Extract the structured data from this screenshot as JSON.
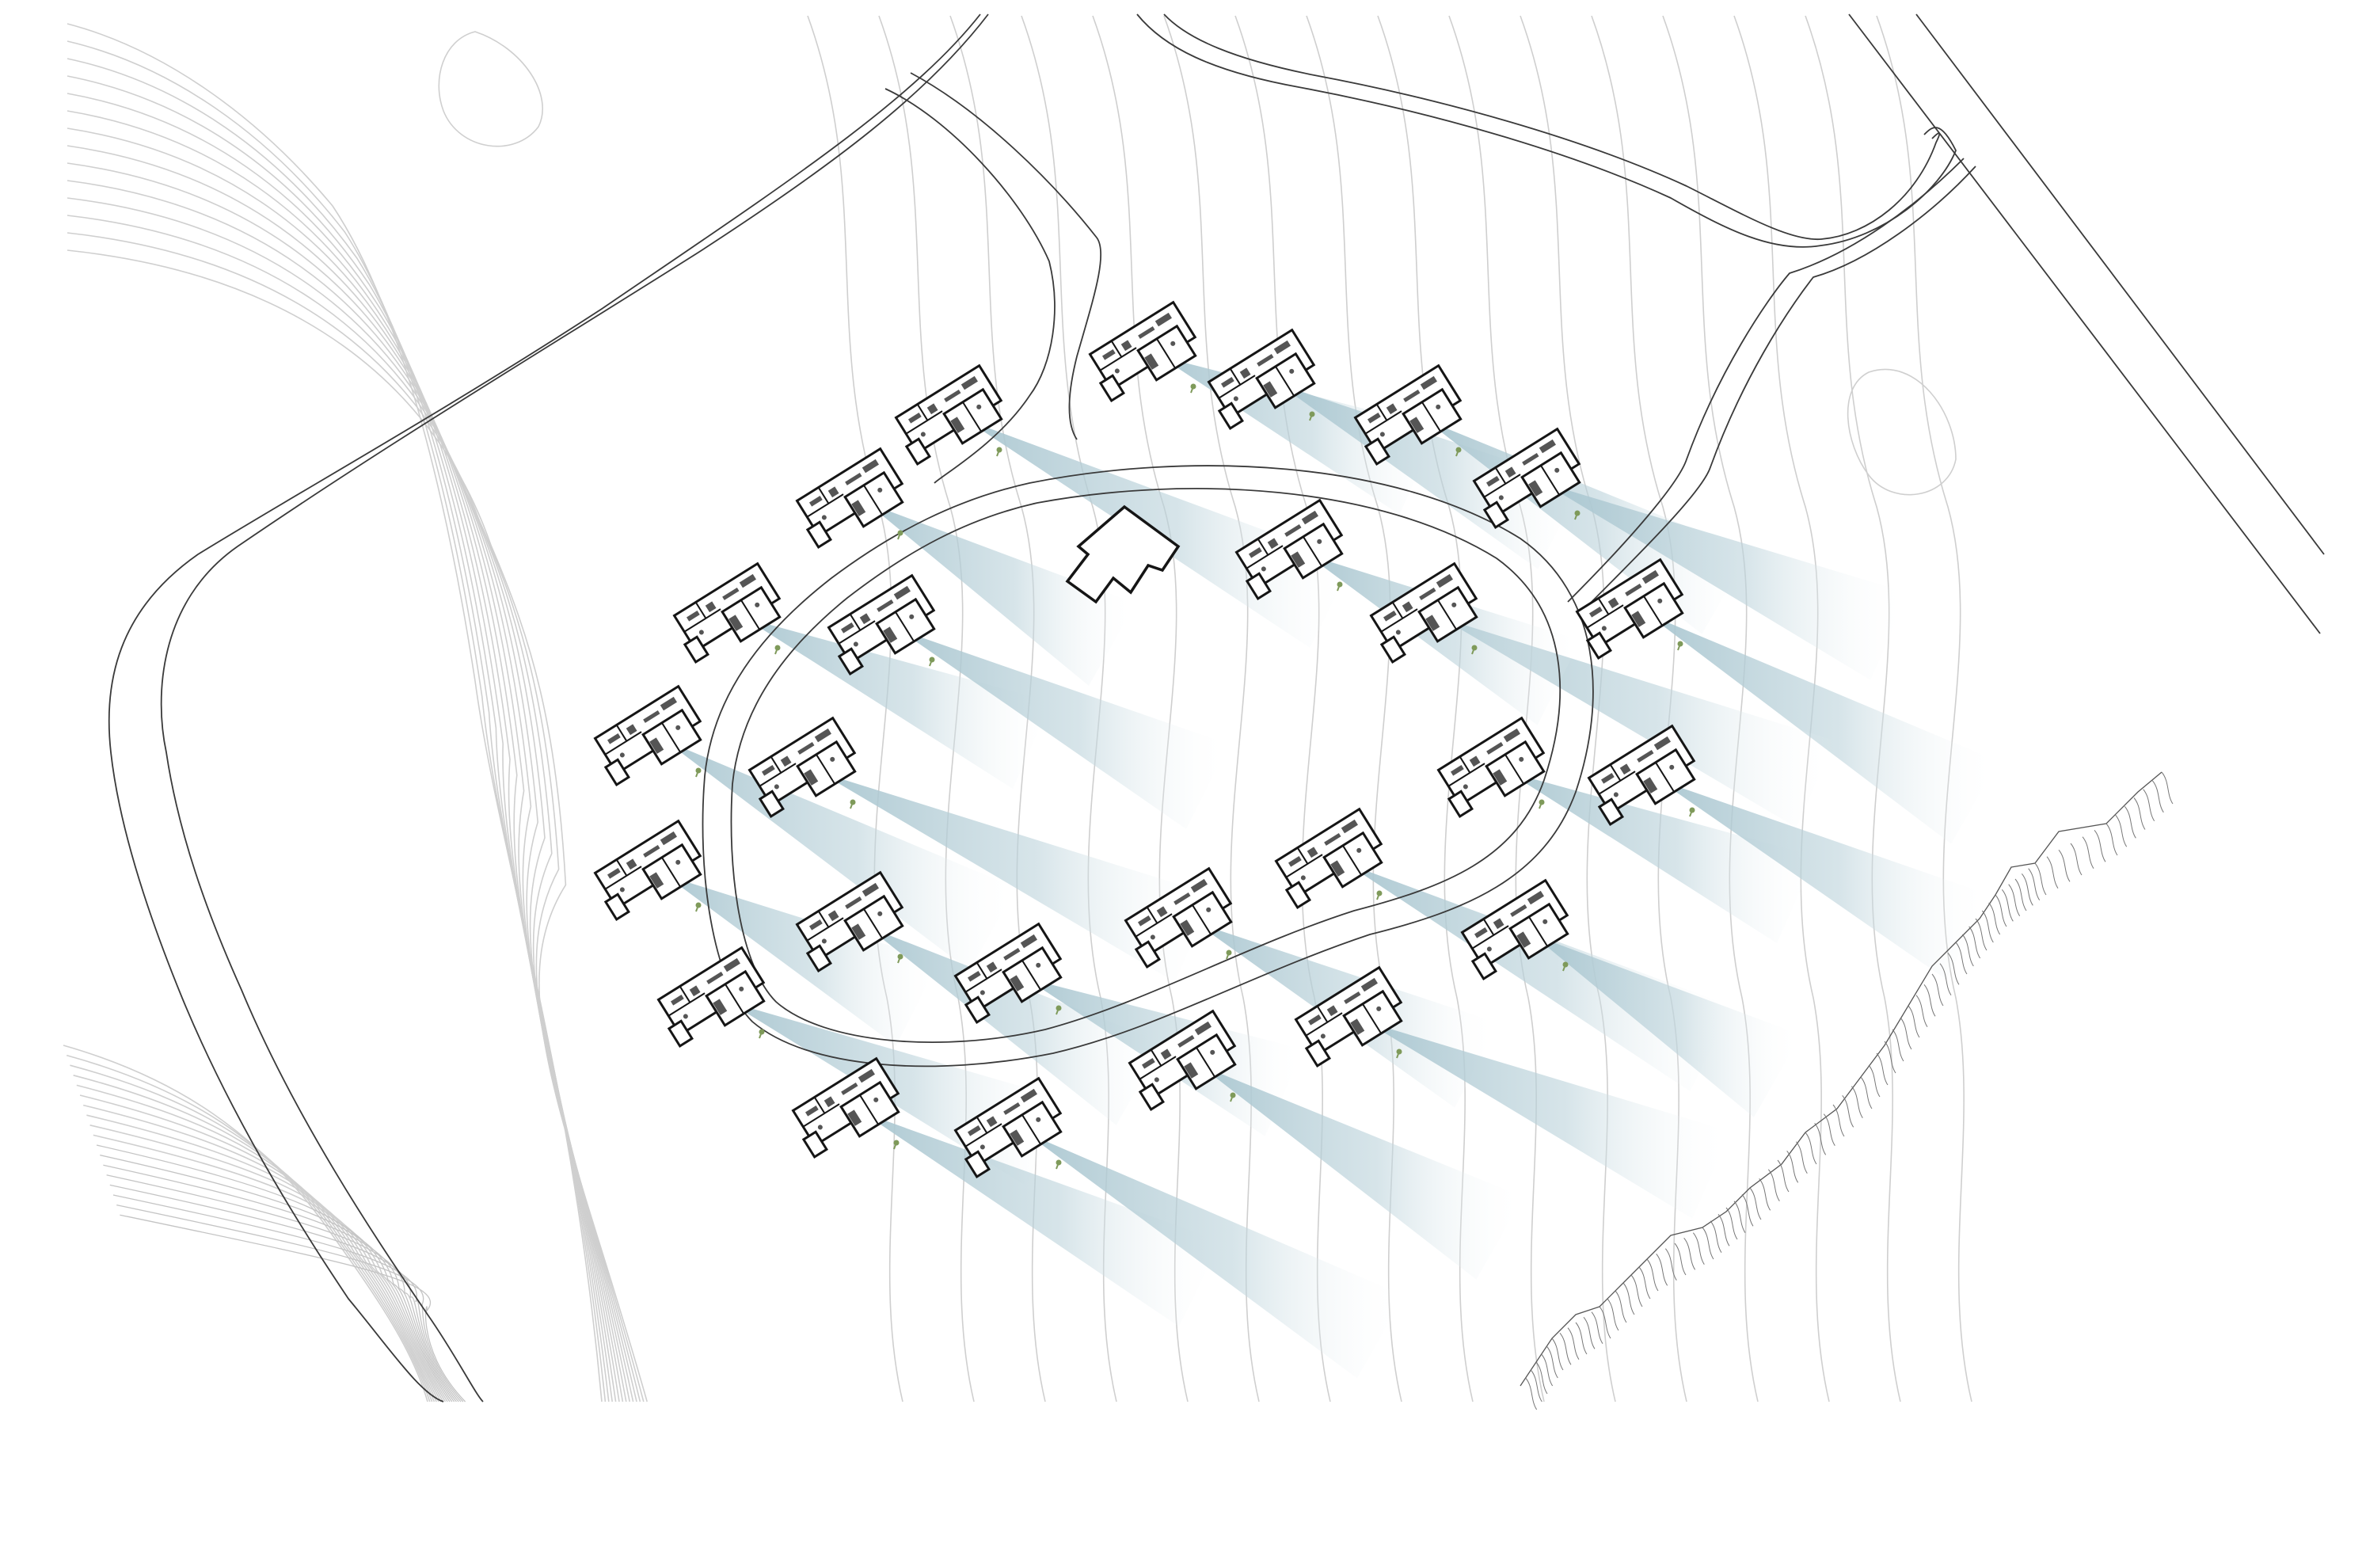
{
  "diagram": {
    "kind": "site-plan",
    "colors": {
      "background": "#ffffff",
      "contour": "#cfcfcf",
      "road": "#3a3a3a",
      "cabin": "#151515",
      "view_cone": "#a9c6d0",
      "tree": "#7f9a5a",
      "cliff": "#555555"
    },
    "cabin_count": 27,
    "main_building_count": 1,
    "labels": []
  }
}
